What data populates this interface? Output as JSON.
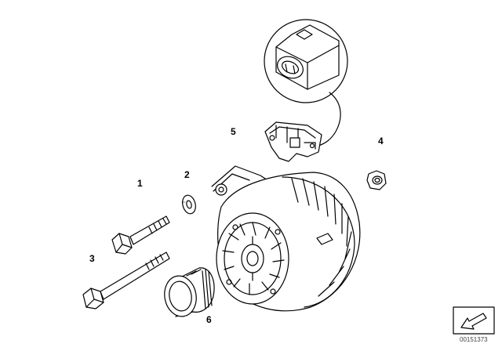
{
  "diagram": {
    "callouts": [
      {
        "id": "1",
        "label": "1"
      },
      {
        "id": "2",
        "label": "2"
      },
      {
        "id": "3",
        "label": "3"
      },
      {
        "id": "4",
        "label": "4"
      },
      {
        "id": "5",
        "label": "5"
      },
      {
        "id": "6",
        "label": "6"
      }
    ],
    "image_reference": "00151373"
  }
}
